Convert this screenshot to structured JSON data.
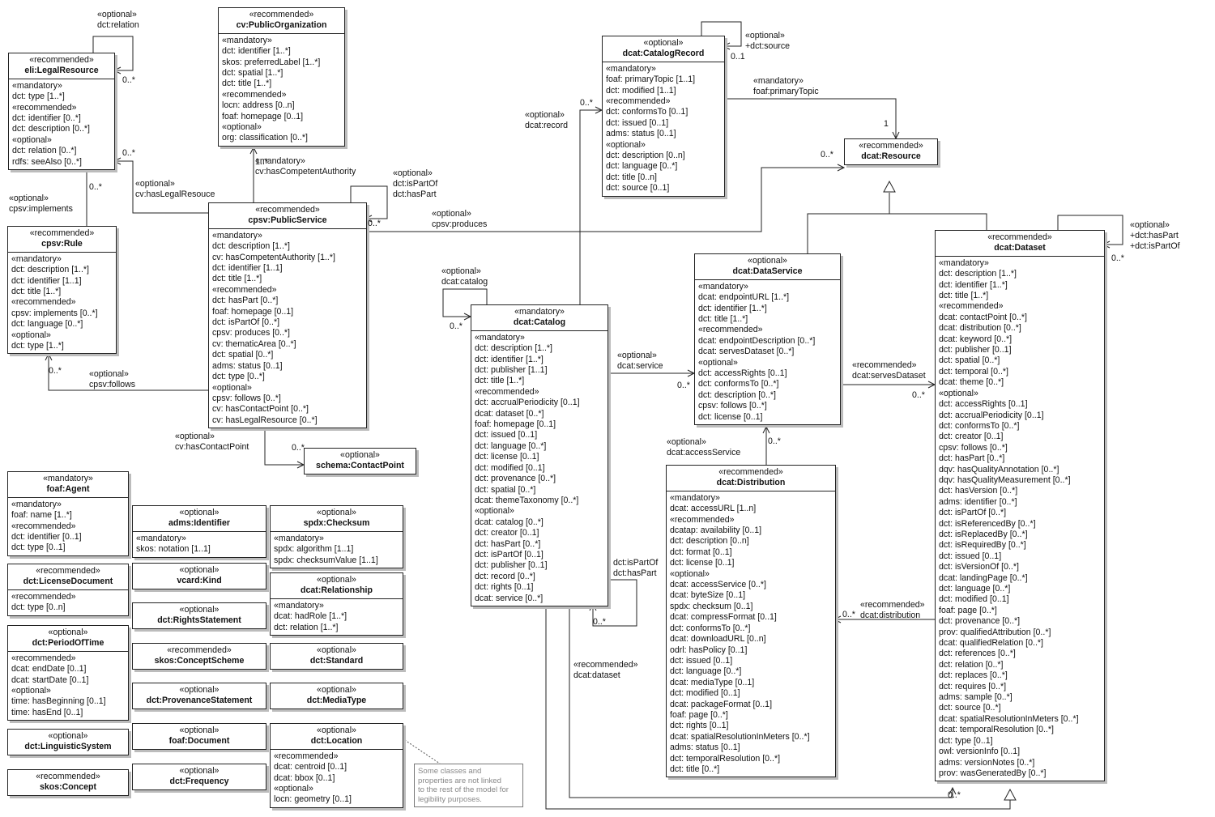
{
  "classes": [
    {
      "id": "legal-resource",
      "stereotype": "«recommended»",
      "name": "eli:LegalResource",
      "lines": [
        "«mandatory»",
        "dct: type  [1..*]",
        "«recommended»",
        "dct: identifier  [0..*]",
        "dct: description  [0..*]",
        "«optional»",
        "dct: relation  [0..*]",
        "rdfs: seeAlso  [0..*]"
      ]
    },
    {
      "id": "public-organization",
      "stereotype": "«recommended»",
      "name": "cv:PublicOrganization",
      "lines": [
        "«mandatory»",
        "dct: identifier  [1..*]",
        "skos: preferredLabel  [1..*]",
        "dct: spatial  [1..*]",
        "dct: title  [1..*]",
        "«recommended»",
        "locn: address  [0..n]",
        "foaf: homepage  [0..1]",
        "«optional»",
        "org: classification  [0..*]"
      ]
    },
    {
      "id": "catalog-record",
      "stereotype": "«optional»",
      "name": "dcat:CatalogRecord",
      "lines": [
        "«mandatory»",
        "foaf: primaryTopic  [1..1]",
        "dct: modified  [1..1]",
        "«recommended»",
        "dct: conformsTo  [0..1]",
        "dct: issued  [0..1]",
        "adms: status  [0..1]",
        "«optional»",
        "dct: description  [0..n]",
        "dct: language  [0..*]",
        "dct: title  [0..n]",
        "dct: source  [0..1]"
      ]
    },
    {
      "id": "resource",
      "stereotype": "«recommended»",
      "name": "dcat:Resource",
      "lines": []
    },
    {
      "id": "rule",
      "stereotype": "«recommended»",
      "name": "cpsv:Rule",
      "lines": [
        "«mandatory»",
        "dct: description  [1..*]",
        "dct: identifier  [1..1]",
        "dct: title  [1..*]",
        "«recommended»",
        "cpsv: implements  [0..*]",
        "dct: language  [0..*]",
        "«optional»",
        "dct: type  [1..*]"
      ]
    },
    {
      "id": "public-service",
      "stereotype": "«recommended»",
      "name": "cpsv:PublicService",
      "lines": [
        "«mandatory»",
        "dct: description  [1..*]",
        "cv: hasCompetentAuthority  [1..*]",
        "dct: identifier  [1..1]",
        "dct: title  [1..*]",
        "«recommended»",
        "dct: hasPart  [0..*]",
        "foaf: homepage  [0..1]",
        "dct: isPartOf  [0..*]",
        "cpsv: produces  [0..*]",
        "cv: thematicArea  [0..*]",
        "dct: spatial  [0..*]",
        "adms: status  [0..1]",
        "dct: type  [0..*]",
        "«optional»",
        "cpsv: follows  [0..*]",
        "cv: hasContactPoint  [0..*]",
        "cv: hasLegalResource  [0..*]"
      ]
    },
    {
      "id": "catalog",
      "stereotype": "«mandatory»",
      "name": "dcat:Catalog",
      "lines": [
        "«mandatory»",
        "dct: description  [1..*]",
        "dct: identifier  [1..*]",
        "dct: publisher  [1..1]",
        "dct: title  [1..*]",
        "«recommended»",
        "dct: accrualPeriodicity  [0..1]",
        "dcat: dataset  [0..*]",
        "foaf: homepage  [0..1]",
        "dct: issued  [0..1]",
        "dct: language  [0..*]",
        "dct: license  [0..1]",
        "dct: modified  [0..1]",
        "dct: provenance  [0..*]",
        "dct: spatial  [0..*]",
        "dcat: themeTaxonomy  [0..*]",
        "«optional»",
        "dcat: catalog  [0..*]",
        "dct: creator  [0..1]",
        "dct: hasPart  [0..*]",
        "dct: isPartOf  [0..1]",
        "dct: publisher  [0..1]",
        "dct: record  [0..*]",
        "dct: rights  [0..1]",
        "dcat: service  [0..*]"
      ]
    },
    {
      "id": "data-service",
      "stereotype": "«optional»",
      "name": "dcat:DataService",
      "lines": [
        "«mandatory»",
        "dcat: endpointURL  [1..*]",
        "dct: identifier  [1..*]",
        "dct: title  [1..*]",
        "«recommended»",
        "dcat: endpointDescription  [0..*]",
        "dcat: servesDataset  [0..*]",
        "«optional»",
        "dct: accessRights  [0..1]",
        "dct: conformsTo  [0..*]",
        "dct: description  [0..*]",
        "cpsv: follows  [0..*]",
        "dct: license  [0..1]"
      ]
    },
    {
      "id": "dataset",
      "stereotype": "«recommended»",
      "name": "dcat:Dataset",
      "lines": [
        "«mandatory»",
        "dct: description  [1..*]",
        "dct: identifier  [1..*]",
        "dct: title  [1..*]",
        "«recommended»",
        "dcat: contactPoint  [0..*]",
        "dcat: distribution  [0..*]",
        "dcat: keyword  [0..*]",
        "dct: publisher  [0..1]",
        "dct: spatial  [0..*]",
        "dct: temporal  [0..*]",
        "dcat: theme  [0..*]",
        "«optional»",
        "dct: accessRights  [0..1]",
        "dct: accrualPeriodicity  [0..1]",
        "dct: conformsTo  [0..*]",
        "dct: creator  [0..1]",
        "cpsv: follows  [0..*]",
        "dct: hasPart  [0..*]",
        "dqv: hasQualityAnnotation  [0..*]",
        "dqv: hasQualityMeasurement  [0..*]",
        "dct: hasVersion  [0..*]",
        "adms: identifier  [0..*]",
        "dct: isPartOf  [0..*]",
        "dct: isReferencedBy  [0..*]",
        "dct: isReplacedBy  [0..*]",
        "dct: isRequiredBy  [0..*]",
        "dct: issued  [0..1]",
        "dct: isVersionOf  [0..*]",
        "dcat: landingPage  [0..*]",
        "dct: language  [0..*]",
        "dct: modified  [0..1]",
        "foaf: page  [0..*]",
        "dct: provenance  [0..*]",
        "prov: qualifiedAttribution  [0..*]",
        "dcat: qualifiedRelation  [0..*]",
        "dct: references  [0..*]",
        "dct: relation  [0..*]",
        "dct: replaces  [0..*]",
        "dct: requires  [0..*]",
        "adms: sample  [0..*]",
        "dct: source  [0..*]",
        "dcat: spatialResolutionInMeters  [0..*]",
        "dcat: temporalResolution  [0..*]",
        "dct: type  [0..1]",
        "owl: versionInfo  [0..1]",
        "adms: versionNotes  [0..*]",
        "prov: wasGeneratedBy  [0..*]"
      ]
    },
    {
      "id": "contact-point",
      "stereotype": "«optional»",
      "name": "schema:ContactPoint",
      "lines": []
    },
    {
      "id": "distribution",
      "stereotype": "«recommended»",
      "name": "dcat:Distribution",
      "lines": [
        "«mandatory»",
        "dcat: accessURL  [1..n]",
        "«recommended»",
        "dcatap: availability  [0..1]",
        "dct: description  [0..n]",
        "dct: format  [0..1]",
        "dct: license  [0..1]",
        "«optional»",
        "dcat: accessService  [0..*]",
        "dcat: byteSize  [0..1]",
        "spdx: checksum  [0..1]",
        "dcat: compressFormat  [0..1]",
        "dct: conformsTo  [0..*]",
        "dcat: downloadURL  [0..n]",
        "odrl: hasPolicy  [0..1]",
        "dct: issued  [0..1]",
        "dct: language  [0..*]",
        "dcat: mediaType  [0..1]",
        "dct: modified  [0..1]",
        "dcat: packageFormat  [0..1]",
        "foaf: page  [0..*]",
        "dct: rights  [0..1]",
        "dcat: spatialResolutionInMeters  [0..*]",
        "adms: status  [0..1]",
        "dct: temporalResolution  [0..*]",
        "dct: title  [0..*]"
      ]
    },
    {
      "id": "agent",
      "stereotype": "«mandatory»",
      "name": "foaf:Agent",
      "lines": [
        "«mandatory»",
        "foaf: name  [1..*]",
        "«recommended»",
        "dct: identifier  [0..1]",
        "dct: type  [0..1]"
      ]
    },
    {
      "id": "identifier",
      "stereotype": "«optional»",
      "name": "adms:Identifier",
      "lines": [
        "«mandatory»",
        "skos: notation  [1..1]"
      ]
    },
    {
      "id": "checksum",
      "stereotype": "«optional»",
      "name": "spdx:Checksum",
      "lines": [
        "«mandatory»",
        "spdx: algorithm  [1..1]",
        "spdx: checksumValue  [1..1]"
      ]
    },
    {
      "id": "license-document",
      "stereotype": "«recommended»",
      "name": "dct:LicenseDocument",
      "lines": [
        "«recommended»",
        "dct: type  [0..n]"
      ]
    },
    {
      "id": "kind",
      "stereotype": "«optional»",
      "name": "vcard:Kind",
      "lines": []
    },
    {
      "id": "relationship",
      "stereotype": "«optional»",
      "name": "dcat:Relationship",
      "lines": [
        "«mandatory»",
        "dcat: hadRole  [1..*]",
        "dct: relation  [1..*]"
      ]
    },
    {
      "id": "rights-statement",
      "stereotype": "«optional»",
      "name": "dct:RightsStatement",
      "lines": []
    },
    {
      "id": "period-of-time",
      "stereotype": "«optional»",
      "name": "dct:PeriodOfTime",
      "lines": [
        "«recommended»",
        "dcat: endDate  [0..1]",
        "dcat: startDate  [0..1]",
        "«optional»",
        "time: hasBeginning  [0..1]",
        "time: hasEnd  [0..1]"
      ]
    },
    {
      "id": "concept-scheme",
      "stereotype": "«recommended»",
      "name": "skos:ConceptScheme",
      "lines": []
    },
    {
      "id": "standard",
      "stereotype": "«optional»",
      "name": "dct:Standard",
      "lines": []
    },
    {
      "id": "provenance-statement",
      "stereotype": "«optional»",
      "name": "dct:ProvenanceStatement",
      "lines": []
    },
    {
      "id": "media-type",
      "stereotype": "«optional»",
      "name": "dct:MediaType",
      "lines": []
    },
    {
      "id": "linguistic-system",
      "stereotype": "«optional»",
      "name": "dct:LinguisticSystem",
      "lines": []
    },
    {
      "id": "document",
      "stereotype": "«optional»",
      "name": "foaf:Document",
      "lines": []
    },
    {
      "id": "location",
      "stereotype": "«optional»",
      "name": "dct:Location",
      "lines": [
        "«recommended»",
        "dcat: centroid  [0..1]",
        "dcat: bbox  [0..1]",
        "«optional»",
        "locn: geometry  [0..1]"
      ]
    },
    {
      "id": "concept",
      "stereotype": "«recommended»",
      "name": "skos:Concept",
      "lines": []
    },
    {
      "id": "frequency",
      "stereotype": "«optional»",
      "name": "dct:Frequency",
      "lines": []
    }
  ],
  "labels": [
    {
      "id": "legal-relation",
      "lines": [
        "«optional»",
        "dct:relation"
      ]
    },
    {
      "id": "legal-relation-mult",
      "lines": [
        "0..*"
      ]
    },
    {
      "id": "legal-resource-mult",
      "lines": [
        "0..*"
      ]
    },
    {
      "id": "has-legal-resource",
      "lines": [
        "«optional»",
        "cv:hasLegalResouce"
      ]
    },
    {
      "id": "implements-mult",
      "lines": [
        "0..*"
      ]
    },
    {
      "id": "implements",
      "lines": [
        "«optional»",
        "cpsv:implements"
      ]
    },
    {
      "id": "competent-authority-mult",
      "lines": [
        "1..*"
      ]
    },
    {
      "id": "competent-authority",
      "lines": [
        "«mandatory»",
        "cv:hasCompetentAuthority"
      ]
    },
    {
      "id": "ps-ispartof",
      "lines": [
        "«optional»",
        "dct:isPartOf",
        "dct:hasPart"
      ]
    },
    {
      "id": "ps-self-mult",
      "lines": [
        "0..*"
      ]
    },
    {
      "id": "follows",
      "lines": [
        "«optional»",
        "cpsv:follows"
      ]
    },
    {
      "id": "follows-mult",
      "lines": [
        "0..*"
      ]
    },
    {
      "id": "has-contact-point",
      "lines": [
        "«optional»",
        "cv:hasContactPoint"
      ]
    },
    {
      "id": "contact-point-mult",
      "lines": [
        "0..*"
      ]
    },
    {
      "id": "produces",
      "lines": [
        "«optional»",
        "cpsv:produces"
      ]
    },
    {
      "id": "resource-mult",
      "lines": [
        "0..*"
      ]
    },
    {
      "id": "record",
      "lines": [
        "«optional»",
        "dcat:record"
      ]
    },
    {
      "id": "record-mult",
      "lines": [
        "0..*"
      ]
    },
    {
      "id": "source",
      "lines": [
        "«optional»",
        "+dct:source"
      ]
    },
    {
      "id": "source-mult",
      "lines": [
        "0..1"
      ]
    },
    {
      "id": "primary-topic",
      "lines": [
        "«mandatory»",
        "foaf:primaryTopic"
      ]
    },
    {
      "id": "primary-topic-mult",
      "lines": [
        "1"
      ]
    },
    {
      "id": "catalog-self",
      "lines": [
        "«optional»",
        "dcat:catalog"
      ]
    },
    {
      "id": "catalog-self-mult",
      "lines": [
        "0..*"
      ]
    },
    {
      "id": "service",
      "lines": [
        "«optional»",
        "dcat:service"
      ]
    },
    {
      "id": "service-mult",
      "lines": [
        "0..*"
      ]
    },
    {
      "id": "catalog-ispartof",
      "lines": [
        "dct:isPartOf",
        "dct:hasPart"
      ]
    },
    {
      "id": "catalog-ispartof-mult",
      "lines": [
        "0..*"
      ]
    },
    {
      "id": "dataset-assoc",
      "lines": [
        "«recommended»",
        "dcat:dataset"
      ]
    },
    {
      "id": "dataset-assoc-mult",
      "lines": [
        "0..*"
      ]
    },
    {
      "id": "access-service",
      "lines": [
        "«optional»",
        "dcat:accessService"
      ]
    },
    {
      "id": "access-service-mult",
      "lines": [
        "0..*"
      ]
    },
    {
      "id": "serves-dataset",
      "lines": [
        "«recommended»",
        "dcat:servesDataset"
      ]
    },
    {
      "id": "serves-dataset-mult",
      "lines": [
        "0..*"
      ]
    },
    {
      "id": "distribution-assoc",
      "lines": [
        "«recommended»",
        "dcat:distribution"
      ]
    },
    {
      "id": "distribution-assoc-mult",
      "lines": [
        "0..*"
      ]
    },
    {
      "id": "dataset-self",
      "lines": [
        "«optional»",
        "+dct:hasPart",
        "+dct:isPartOf"
      ]
    },
    {
      "id": "dataset-self-mult",
      "lines": [
        "0..*"
      ]
    }
  ],
  "note": {
    "lines": [
      "Some classes and",
      "properties are not linked",
      "to the rest of the model for",
      "legibility purposes."
    ]
  }
}
